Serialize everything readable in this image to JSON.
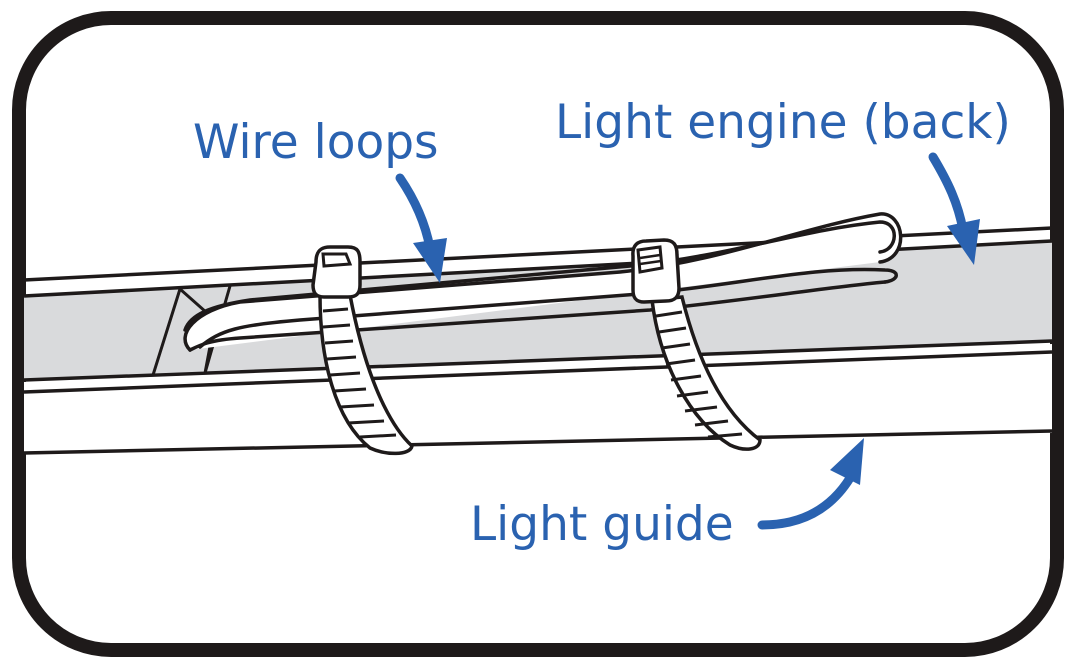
{
  "diagram": {
    "labels": {
      "wire_loops": "Wire loops",
      "light_engine": "Light engine (back)",
      "light_guide": "Light guide"
    },
    "colors": {
      "label": "#2a62b0",
      "outline": "#1e1a1a",
      "engine_fill": "#d9dadc",
      "background": "#ffffff"
    },
    "components": [
      "frame",
      "light-guide",
      "light-engine",
      "wire-bundle",
      "cable-tie-left",
      "cable-tie-right"
    ]
  }
}
